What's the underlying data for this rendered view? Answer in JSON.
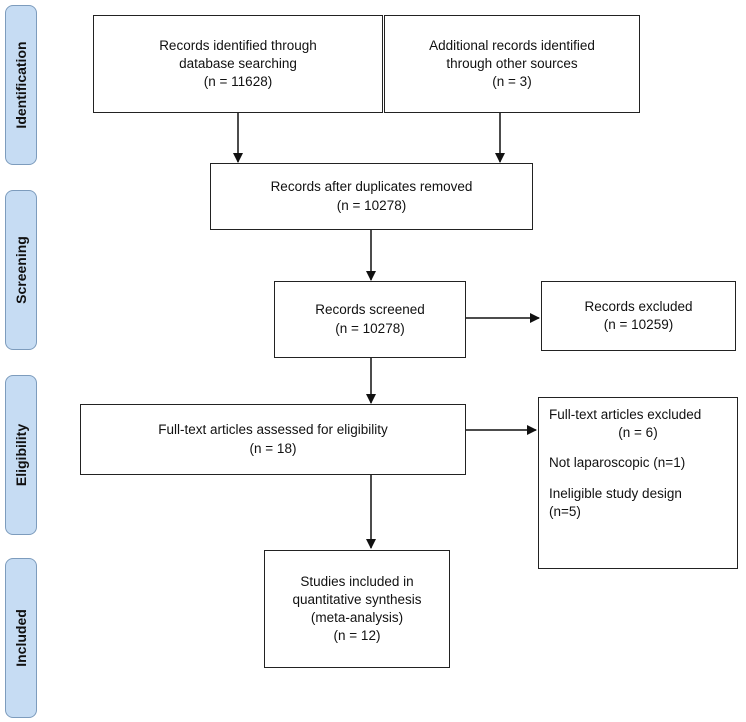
{
  "stages": {
    "identification": "Identification",
    "screening": "Screening",
    "eligibility": "Eligibility",
    "included": "Included"
  },
  "boxes": {
    "db_search": {
      "line1": "Records identified through",
      "line2": "database searching",
      "line3": "(n = 11628)"
    },
    "other_sources": {
      "line1": "Additional records identified",
      "line2": "through other sources",
      "line3": "(n = 3)"
    },
    "duplicates_removed": {
      "line1": "Records after duplicates removed",
      "line2": "(n = 10278)"
    },
    "screened": {
      "line1": "Records screened",
      "line2": "(n = 10278)"
    },
    "excluded": {
      "line1": "Records excluded",
      "line2": "(n = 10259)"
    },
    "fulltext_assessed": {
      "line1": "Full-text articles assessed for eligibility",
      "line2": "(n = 18)"
    },
    "fulltext_excluded": {
      "title": "Full-text articles excluded",
      "count": "(n = 6)",
      "reason1": "Not laparoscopic (n=1)",
      "reason2_line1": "Ineligible study design",
      "reason2_line2": "(n=5)"
    },
    "included_studies": {
      "line1": "Studies included in",
      "line2": "quantitative synthesis",
      "line3": "(meta-analysis)",
      "line4": "(n = 12)"
    }
  }
}
